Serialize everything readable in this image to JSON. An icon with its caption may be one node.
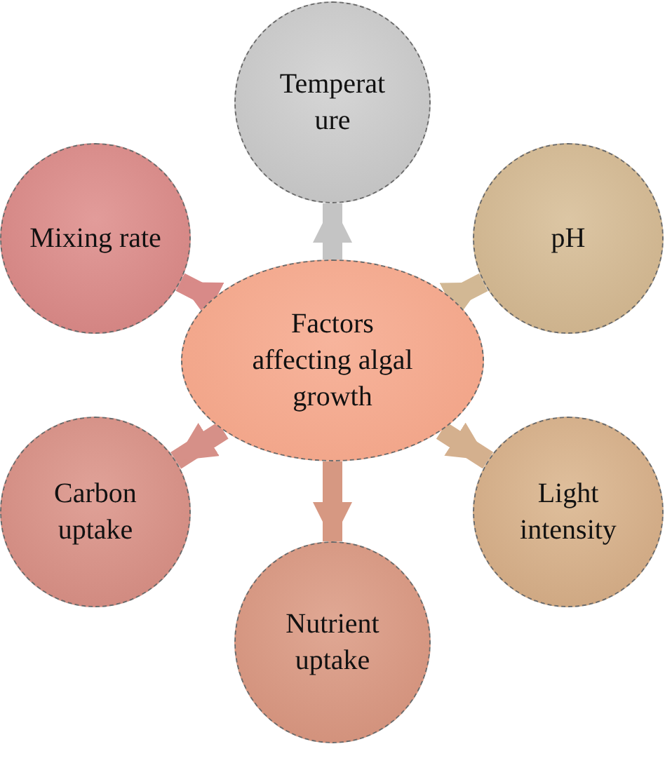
{
  "diagram": {
    "nodes": [
      {
        "text": [
          "Factors affecting algal growth"
        ]
      },
      {
        "text": [
          "Temperat ure"
        ]
      },
      {
        "text": [
          "pH"
        ]
      },
      {
        "text": [
          "Light intensity"
        ]
      },
      {
        "text": [
          "Nutrient uptake"
        ]
      },
      {
        "text": [
          "Carbon uptake"
        ]
      },
      {
        "text": [
          "Mixing rate"
        ]
      }
    ],
    "edges": [
      {
        "from": 0,
        "to": 1,
        "arrow": "to",
        "color": "#c4c4c4"
      },
      {
        "from": 0,
        "to": 2,
        "arrow": "to",
        "color": "#d2b894"
      },
      {
        "from": 0,
        "to": 3,
        "arrow": "to",
        "color": "#d4b08e"
      },
      {
        "from": 0,
        "to": 4,
        "arrow": "to",
        "color": "#d69882"
      },
      {
        "from": 0,
        "to": 5,
        "arrow": "to",
        "color": "#d69088"
      },
      {
        "from": 0,
        "to": 6,
        "arrow": "to",
        "color": "#d88a88"
      }
    ]
  }
}
